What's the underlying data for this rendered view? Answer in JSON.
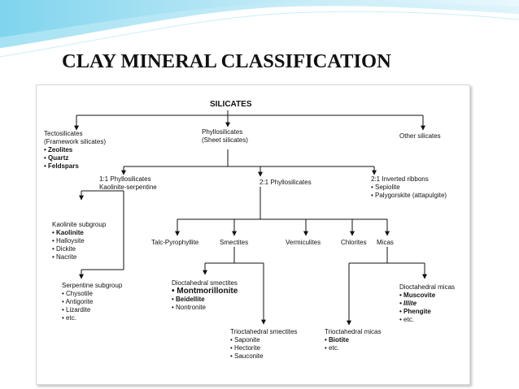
{
  "title": "CLAY MINERAL CLASSIFICATION",
  "chart": {
    "root": "SILICATES",
    "tecto": {
      "label1": "Tectosilicates",
      "label2": "(Framework silicates)",
      "items": [
        "• Zeolites",
        "• Quartz",
        "• Feldspars"
      ]
    },
    "phyllo": {
      "label1": "Phyllosilicates",
      "label2": "(Sheet silicates)"
    },
    "other": "Other silicates",
    "one_one": {
      "label1": "1:1 Phyllosilicates",
      "label2": "Kaolinite-serpentine"
    },
    "two_one": "2:1 Phyllosilicates",
    "inverted": {
      "label1": "2:1 Inverted ribbons",
      "items": [
        "• Sepiolite",
        "• Palygorskite (attapulgite)"
      ]
    },
    "kaolinite_subgroup": {
      "label1": "Kaolinite subgroup",
      "items": [
        "• Kaolinite",
        "• Halloysite",
        "• Dickite",
        "• Nacrite"
      ]
    },
    "serpentine_subgroup": {
      "label1": "Serpentine subgroup",
      "items": [
        "• Chysotile",
        "• Antigorite",
        "• Lizardite",
        "• etc."
      ]
    },
    "talc": "Talc-Pyrophyllite",
    "smectites": "Smectites",
    "vermiculites": "Vermiculites",
    "chlorites": "Chlorites",
    "micas": "Micas",
    "dio_smectites": {
      "label1": "Dioctahedral smectites",
      "items": [
        "• Montmorillonite",
        "• Beidellite",
        "• Nontronite"
      ]
    },
    "trio_smectites": {
      "label1": "Trioctahedral smectites",
      "items": [
        "• Saponite",
        "• Hectorite",
        "• Sauconite"
      ]
    },
    "trio_micas": {
      "label1": "Trioctahedral micas",
      "items": [
        "• Biotite",
        "• etc."
      ]
    },
    "dio_micas": {
      "label1": "Dioctahedral micas",
      "items": [
        "• Muscovite",
        "• Illite",
        "• Phengite",
        "• etc."
      ]
    }
  }
}
